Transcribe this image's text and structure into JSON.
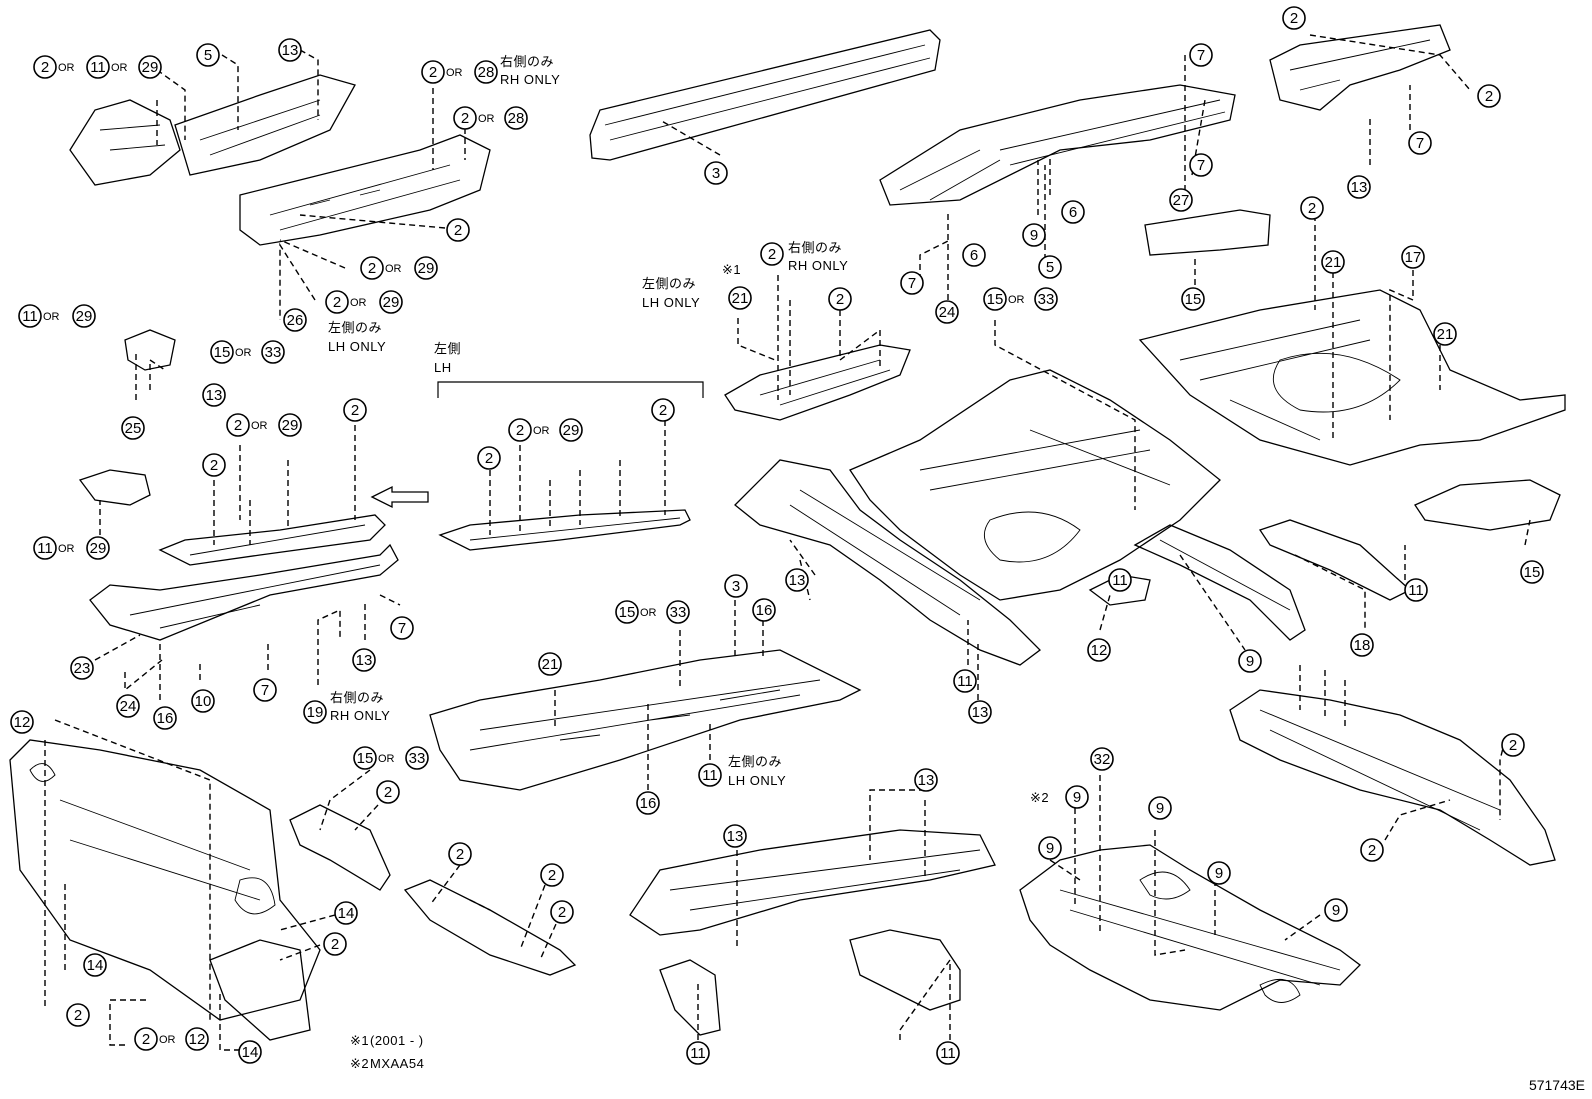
{
  "diagram": {
    "drawing_number": "571743E",
    "or_word": "OR",
    "rh_only_jp": "右側のみ",
    "rh_only_en": "RH ONLY",
    "lh_only_jp": "左側のみ",
    "lh_only_en": "LH ONLY",
    "lh_jp": "左側",
    "lh_en": "LH",
    "mark1": "※1",
    "mark2": "※2",
    "footnotes": [
      {
        "mark": "※1",
        "text": "(2001 -        )"
      },
      {
        "mark": "※2",
        "text": "MXAA54"
      }
    ]
  }
}
